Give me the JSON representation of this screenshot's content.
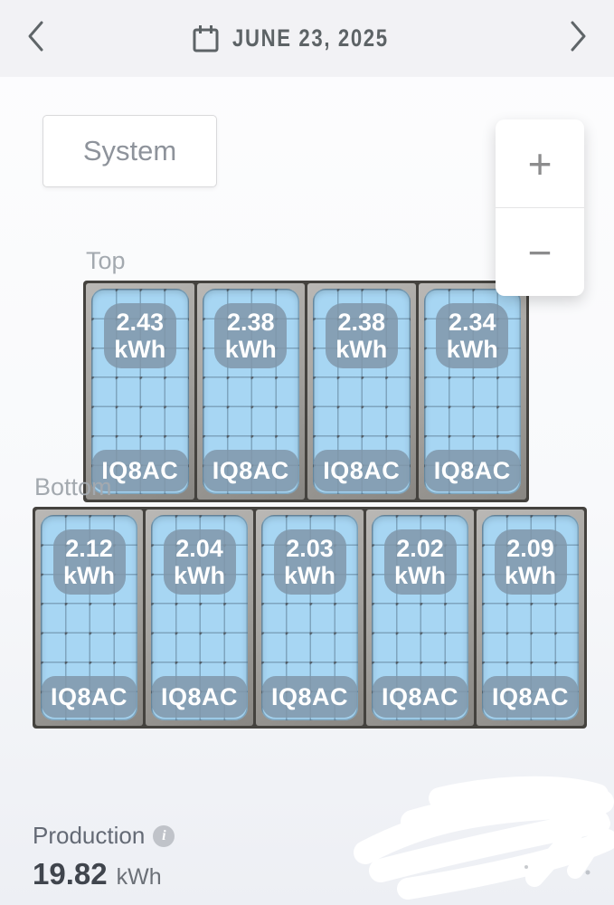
{
  "header": {
    "date": "JUNE 23, 2025",
    "prev_icon": "chevron-left",
    "next_icon": "chevron-right",
    "calendar_icon": "calendar"
  },
  "controls": {
    "system_label": "System",
    "zoom_in_glyph": "+",
    "zoom_out_glyph": "−"
  },
  "arrays": {
    "top": {
      "label": "Top",
      "panels": [
        {
          "energy": "2.43",
          "unit": "kWh",
          "model": "IQ8AC"
        },
        {
          "energy": "2.38",
          "unit": "kWh",
          "model": "IQ8AC"
        },
        {
          "energy": "2.38",
          "unit": "kWh",
          "model": "IQ8AC"
        },
        {
          "energy": "2.34",
          "unit": "kWh",
          "model": "IQ8AC"
        }
      ]
    },
    "bottom": {
      "label": "Bottom",
      "panels": [
        {
          "energy": "2.12",
          "unit": "kWh",
          "model": "IQ8AC"
        },
        {
          "energy": "2.04",
          "unit": "kWh",
          "model": "IQ8AC"
        },
        {
          "energy": "2.03",
          "unit": "kWh",
          "model": "IQ8AC"
        },
        {
          "energy": "2.02",
          "unit": "kWh",
          "model": "IQ8AC"
        },
        {
          "energy": "2.09",
          "unit": "kWh",
          "model": "IQ8AC"
        }
      ]
    }
  },
  "production": {
    "label": "Production",
    "info_icon": "i",
    "value": "19.82",
    "unit": "kWh"
  },
  "colors": {
    "panel_blue": "#a7d6f3",
    "badge_gray_blue": "#8097a9",
    "frame_gray": "#a7a5a1",
    "header_bg": "#f2f2f5",
    "text_gray": "#5d6366"
  }
}
